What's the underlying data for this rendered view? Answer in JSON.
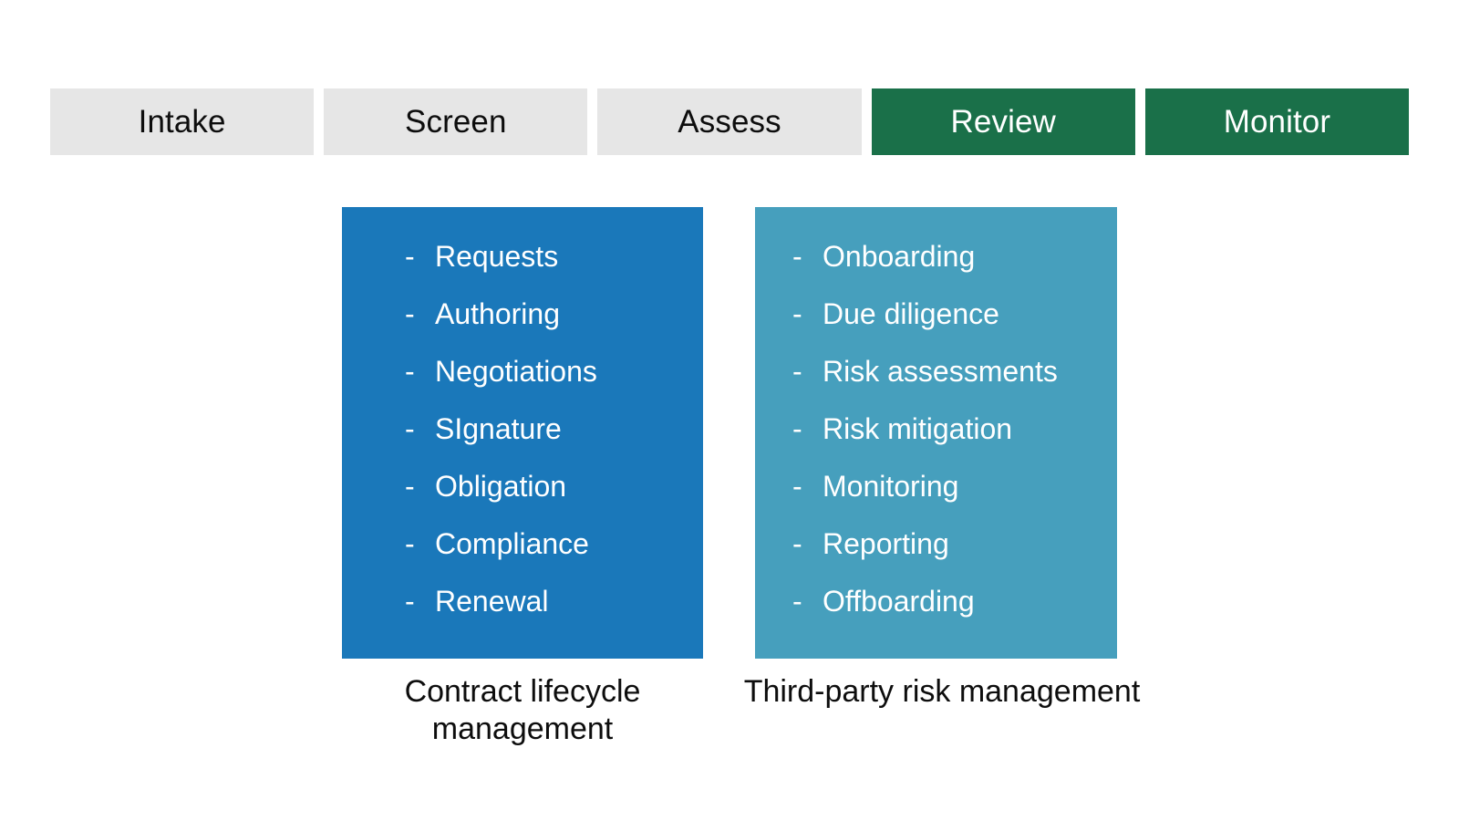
{
  "diagram": {
    "phases": {
      "name": "lifecycle-phase-bar",
      "items": [
        {
          "label": "Intake",
          "state": "inactive"
        },
        {
          "label": "Screen",
          "state": "inactive"
        },
        {
          "label": "Assess",
          "state": "inactive"
        },
        {
          "label": "Review",
          "state": "active"
        },
        {
          "label": "Monitor",
          "state": "active"
        }
      ]
    },
    "panels": [
      {
        "key": "contract-lifecycle-management",
        "caption": "Contract lifecycle management",
        "color": "#1a78ba",
        "bullet": "-",
        "items": [
          "Requests",
          "Authoring",
          "Negotiations",
          "SIgnature",
          "Obligation",
          "Compliance",
          "Renewal"
        ]
      },
      {
        "key": "third-party-risk-management",
        "caption": "Third-party risk management",
        "color": "#469fbd",
        "bullet": "-",
        "items": [
          "Onboarding",
          "Due diligence",
          "Risk assessments",
          "Risk mitigation",
          "Monitoring",
          "Reporting",
          "Offboarding"
        ]
      }
    ],
    "colors": {
      "phase_active_bg": "#1a7049",
      "phase_inactive_bg": "#e6e6e6",
      "phase_active_text": "#ffffff",
      "phase_inactive_text": "#0d0d0d",
      "panel_clm_bg": "#1a78ba",
      "panel_tprm_bg": "#469fbd",
      "panel_text": "#ffffff",
      "caption_text": "#0d0d0d",
      "canvas_bg": "#ffffff"
    }
  }
}
